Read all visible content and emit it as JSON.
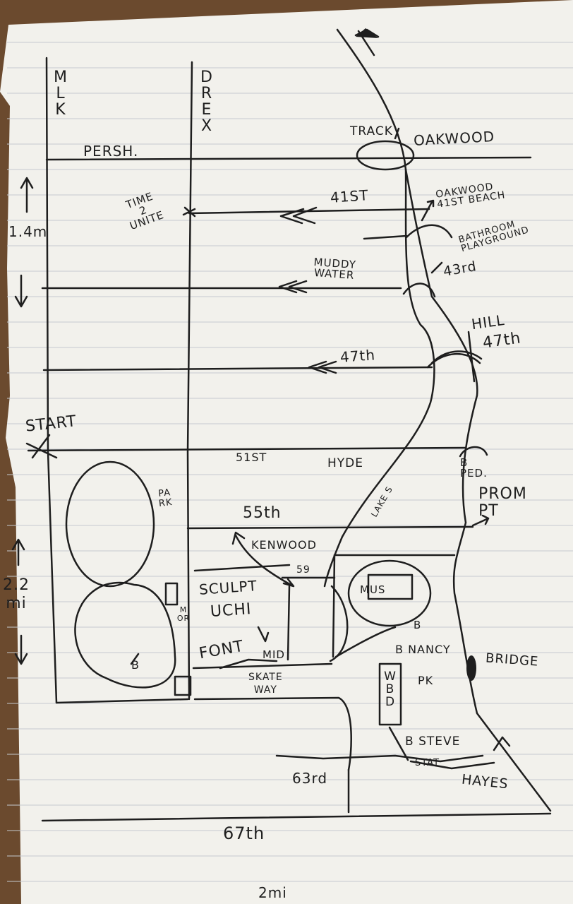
{
  "streets": {
    "mlk": "MLK",
    "drex": "DREX",
    "persh": "PERSH.",
    "oakwood": "OAKWOOD",
    "s41": "41ST",
    "s47": "47th",
    "s51": "51ST",
    "hyde": "HYDE",
    "s55": "55th",
    "kenwood": "KENWOOD",
    "s59": "59",
    "s63": "63rd",
    "s67": "67th",
    "hayes": "HAYES",
    "s43": "43rd",
    "hill47": "47th"
  },
  "places": {
    "track": "TRACK",
    "oakwood_beach": "OAKWOOD\n41ST BEACH",
    "bathroom": "BATHROOM\nPLAYGROUND",
    "time2unite": "TIME\n2\nUNITE",
    "muddy_water": "MUDDY\nWATER",
    "hill": "HILL",
    "start": "START",
    "ped": "B\nPED.",
    "prom": "PROM\nPT",
    "lake_shore": "LAKE S",
    "park": "PARK",
    "mor": "MOR",
    "sculpt": "SCULPT",
    "uchi": "UCHI",
    "font": "FONT",
    "mid": "MID",
    "skateway": "SKATE\nWAY",
    "mus": "MUS",
    "nancy": "B NANCY",
    "pk": "PK",
    "wbd": "WBD",
    "bridge": "BRIDGE",
    "steve": "B STEVE",
    "stat": "STAT",
    "b_park": "B",
    "b_mus": "B"
  },
  "distances": {
    "north": "1.4m",
    "middle": "2.2\nmi",
    "bottom": "2mi"
  },
  "colors": {
    "paper": "#f2f1ec",
    "ink": "#1e1e1e",
    "rule": "#c5c9cf",
    "margin": "#c97f7f"
  }
}
